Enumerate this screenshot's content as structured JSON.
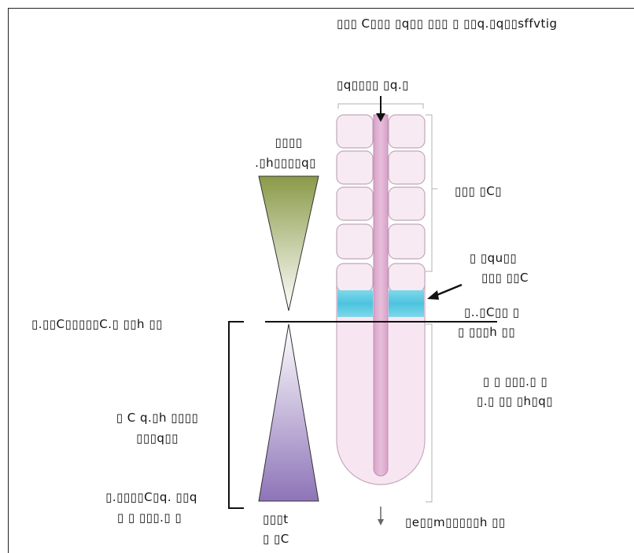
{
  "title": "▯▯▯  C▯▯▯ ▯q▯▯  ▯▯▯  ▯ ▯▯q.▯q▯▯sffvtig",
  "labels": {
    "top_arrow": "▯q▯▯▯▯ ▯q.▯",
    "upper_gradient_1": "▯▯▯▯",
    "upper_gradient_2": ".▯h▯▯▯▯q▯",
    "right_upper_bracket": "▯▯▯ ▯C▯",
    "blue_band_1": "▯ ▯qu▯▯",
    "blue_band_2": "▯▯▯ ▯▯C",
    "divider_left": "▯.▯▯C▯▯▯▯▯C.▯ ▯▯h ▯▯",
    "divider_right_1": "▯..▯C▯▯ ▯",
    "divider_right_2": "▯ ▯▯▯h ▯▯",
    "right_lower_1": "▯ ▯ ▯▯▯.▯ ▯",
    "right_lower_2": "▯.▯ ▯▯ ▯h▯q▯",
    "lower_left_1": "▯ C q.▯h ▯▯▯▯",
    "lower_left_2": "▯▯▯q▯▯",
    "bottom_left_1": "▯.▯▯▯▯C▯q. ▯▯q",
    "bottom_left_2": "▯ ▯ ▯▯▯.▯ ▯",
    "bottom_center_1": "▯▯▯t",
    "bottom_center_2": "▯ ▯C",
    "bottom_right": "▯e▯▯m▯▯▯▯▯h ▯▯"
  },
  "colors": {
    "upper_gradient_top": "#8a9a48",
    "upper_gradient_bottom": "#ffffff",
    "lower_gradient_top": "#ffffff",
    "lower_gradient_bottom": "#8e74b8",
    "cells": "#f7e8f2",
    "lumen": "#d99ec9",
    "band": "#55c8e0",
    "outline": "#bfa8b8"
  }
}
